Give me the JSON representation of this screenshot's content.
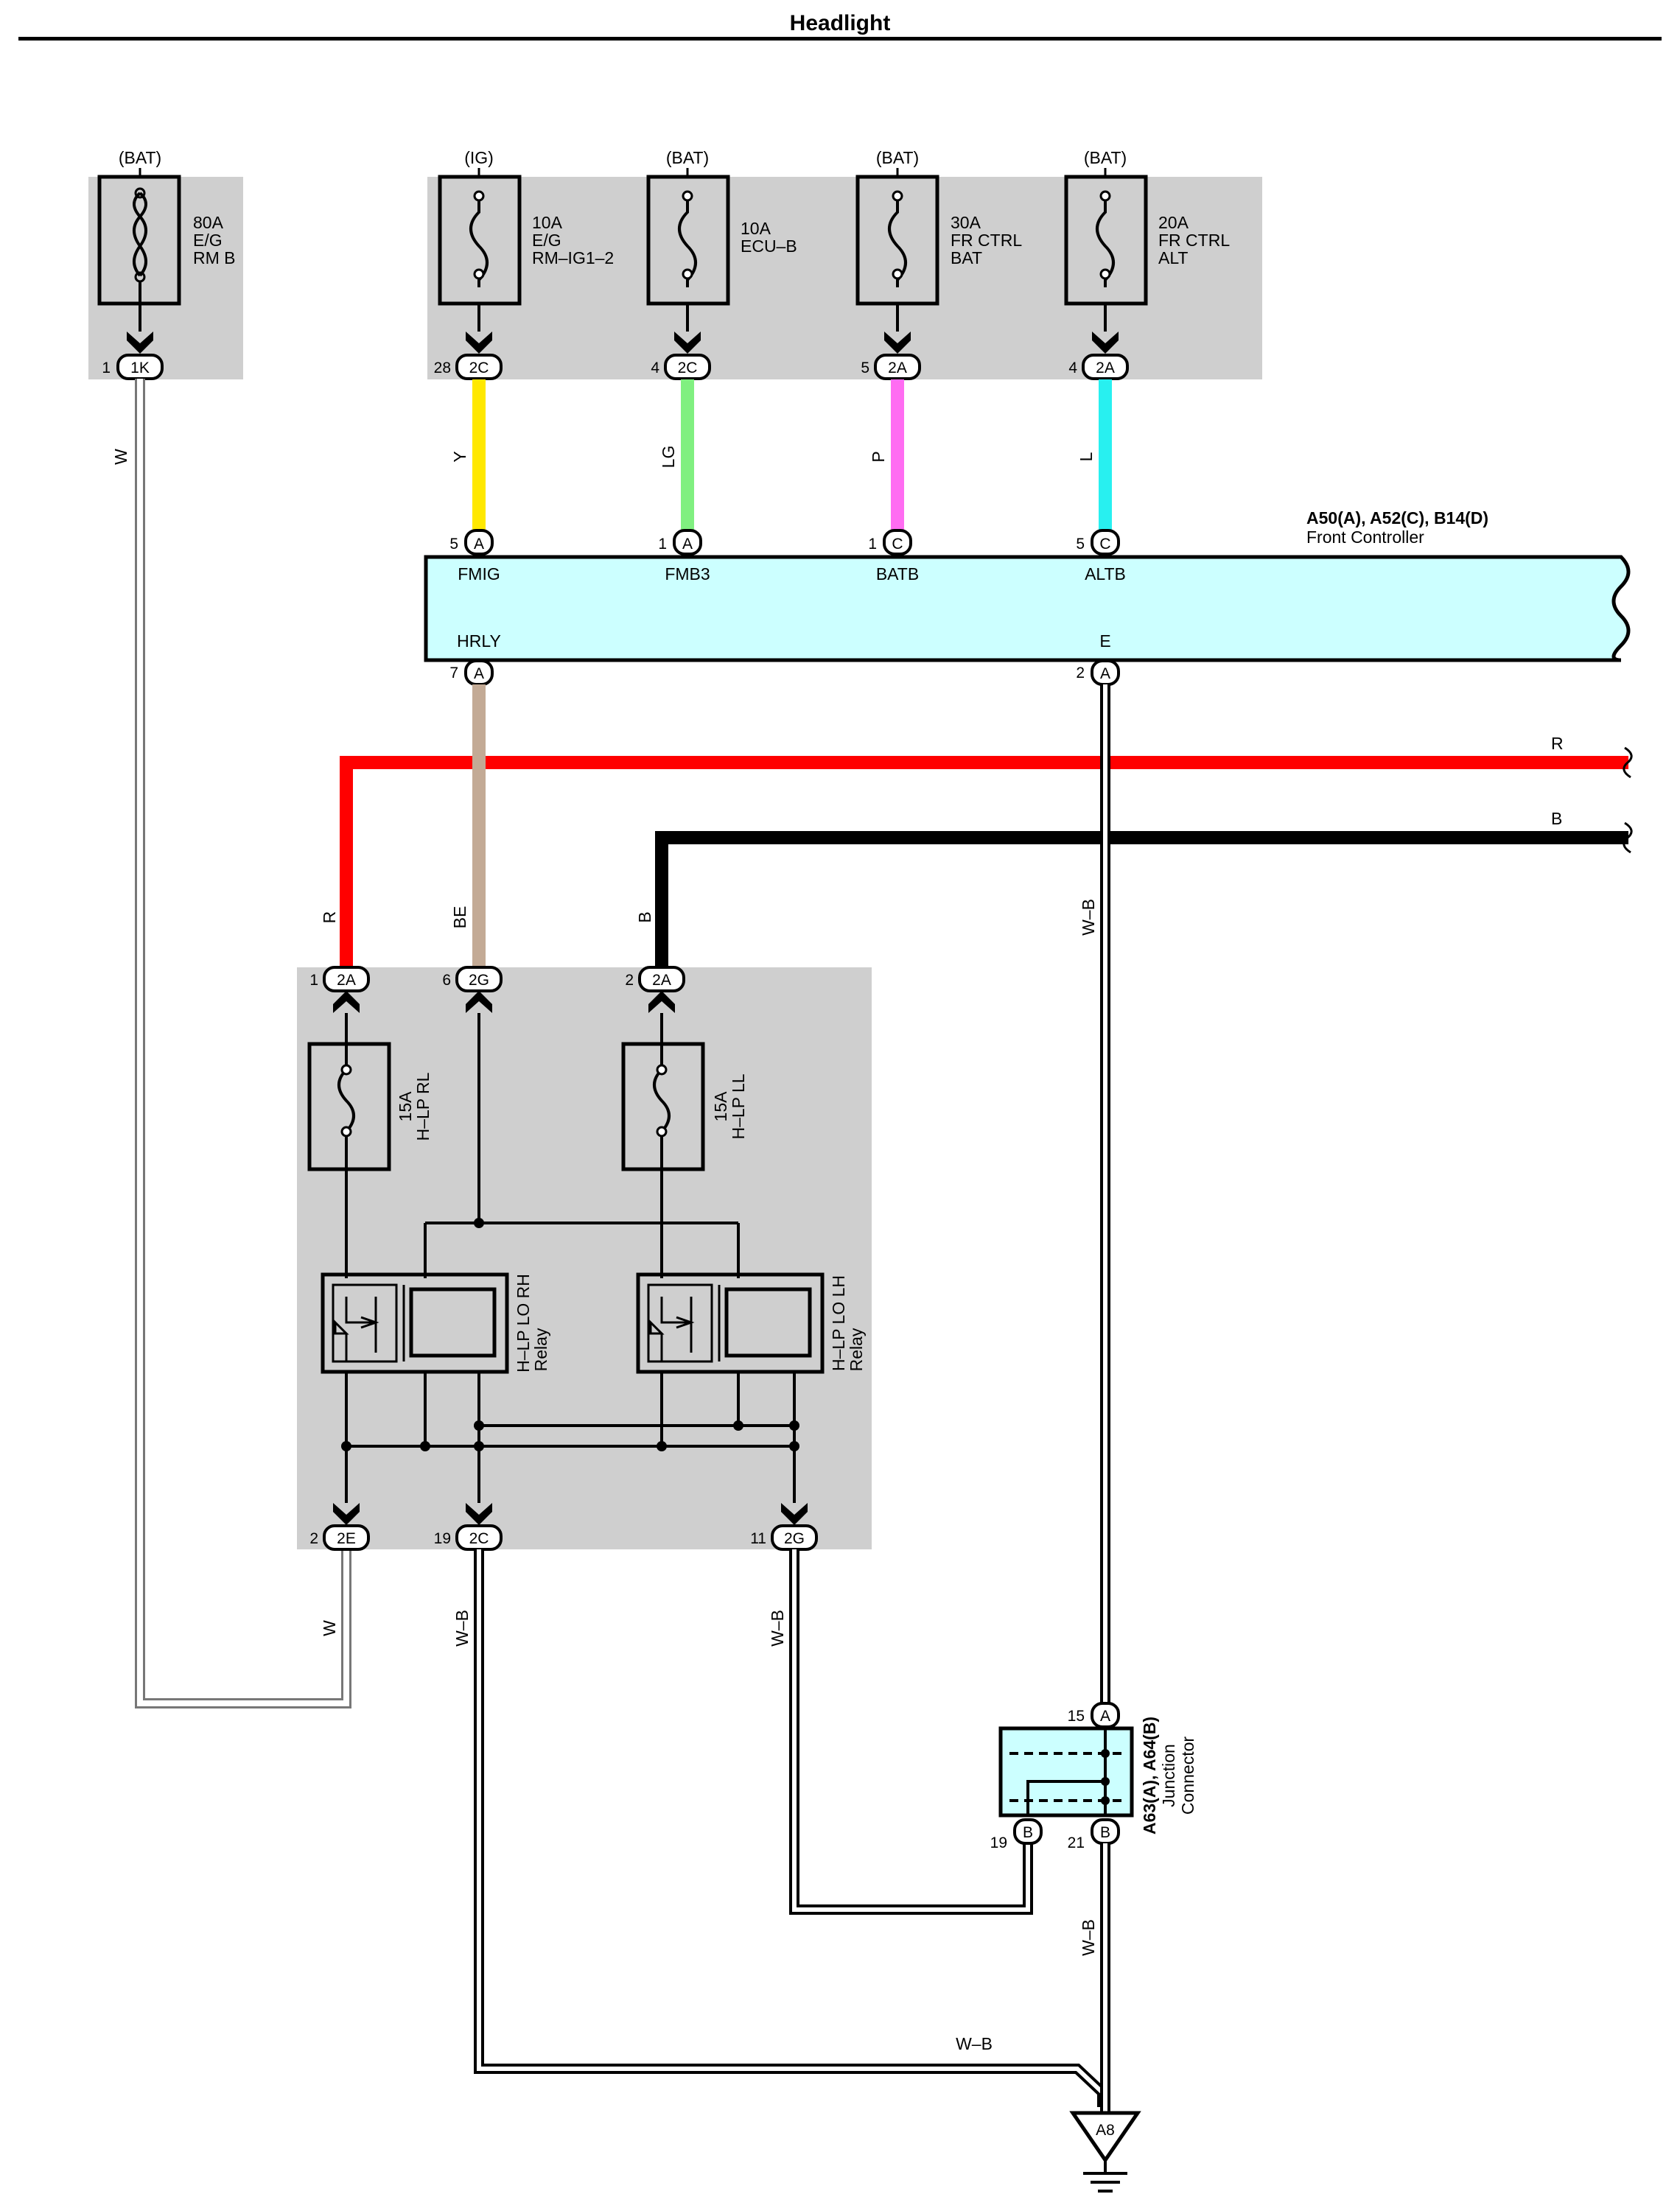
{
  "title": "Headlight",
  "fuses": [
    {
      "source": "(BAT)",
      "rating": "80A",
      "name1": "E/G",
      "name2": "RM B",
      "pin": "1",
      "connector": "1K"
    },
    {
      "source": "(IG)",
      "rating": "10A",
      "name1": "E/G",
      "name2": "RM–IG1–2",
      "pin": "28",
      "connector": "2C"
    },
    {
      "source": "(BAT)",
      "rating": "10A",
      "name1": "ECU–B",
      "name2": "",
      "pin": "4",
      "connector": "2C"
    },
    {
      "source": "(BAT)",
      "rating": "30A",
      "name1": "FR CTRL",
      "name2": "BAT",
      "pin": "5",
      "connector": "2A"
    },
    {
      "source": "(BAT)",
      "rating": "20A",
      "name1": "FR CTRL",
      "name2": "ALT",
      "pin": "4",
      "connector": "2A"
    }
  ],
  "wire_colors": {
    "W": "W",
    "Y": "Y",
    "LG": "LG",
    "P": "P",
    "L": "L",
    "R": "R",
    "B": "B",
    "BE": "BE",
    "WB": "W–B"
  },
  "colors": {
    "Y": "#ffe800",
    "LG": "#80f080",
    "P": "#ff6cf2",
    "L": "#28f0f0",
    "R": "#ff0000",
    "B": "#000000",
    "BE": "#c3aa95",
    "box_bg": "#cfcfcf",
    "ecu_bg": "#ccffff"
  },
  "controller": {
    "name": "A50(A), A52(C), B14(D)",
    "label": "Front Controller",
    "top_pins": [
      {
        "num": "5",
        "conn": "A",
        "name": "FMIG"
      },
      {
        "num": "1",
        "conn": "A",
        "name": "FMB3"
      },
      {
        "num": "1",
        "conn": "C",
        "name": "BATB"
      },
      {
        "num": "5",
        "conn": "C",
        "name": "ALTB"
      }
    ],
    "bottom_pins": [
      {
        "num": "7",
        "conn": "A",
        "name": "HRLY"
      },
      {
        "num": "2",
        "conn": "A",
        "name": "E"
      }
    ]
  },
  "relay_box": {
    "top_pins": [
      {
        "num": "1",
        "conn": "2A"
      },
      {
        "num": "6",
        "conn": "2G"
      },
      {
        "num": "2",
        "conn": "2A"
      }
    ],
    "bottom_pins": [
      {
        "num": "2",
        "conn": "2E"
      },
      {
        "num": "19",
        "conn": "2C"
      },
      {
        "num": "11",
        "conn": "2G"
      }
    ],
    "fuse_rh": {
      "rating": "15A",
      "name": "H–LP RL"
    },
    "fuse_lh": {
      "rating": "15A",
      "name": "H–LP LL"
    },
    "relay_rh": {
      "name": "H–LP LO RH",
      "type": "Relay"
    },
    "relay_lh": {
      "name": "H–LP LO LH",
      "type": "Relay"
    }
  },
  "junction": {
    "name": "A63(A), A64(B)",
    "label1": "Junction",
    "label2": "Connector",
    "pin_top": {
      "num": "15",
      "conn": "A"
    },
    "pin_bl": {
      "num": "19",
      "conn": "B"
    },
    "pin_br": {
      "num": "21",
      "conn": "B"
    }
  },
  "ground": "A8"
}
